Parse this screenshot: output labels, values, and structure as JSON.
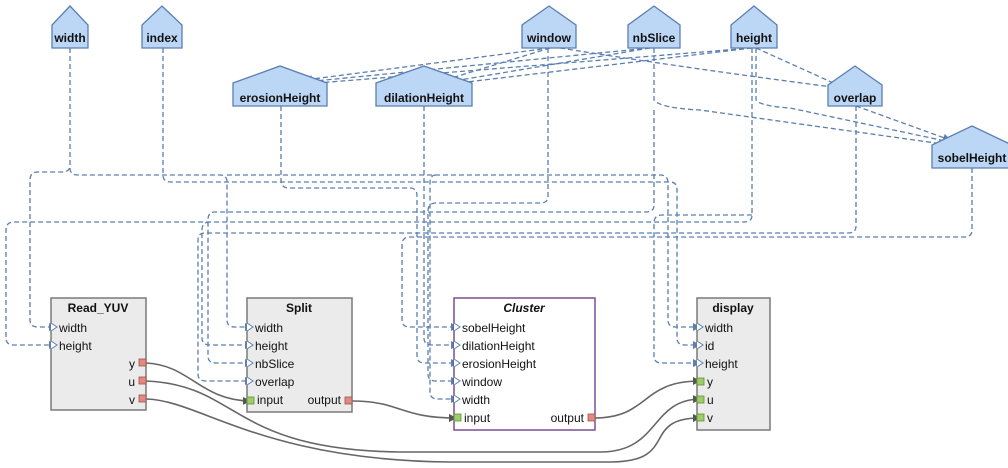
{
  "parameters": [
    {
      "id": "width",
      "label": "width"
    },
    {
      "id": "index",
      "label": "index"
    },
    {
      "id": "window",
      "label": "window"
    },
    {
      "id": "nbSlice",
      "label": "nbSlice"
    },
    {
      "id": "height",
      "label": "height"
    },
    {
      "id": "erosionHeight",
      "label": "erosionHeight"
    },
    {
      "id": "dilationHeight",
      "label": "dilationHeight"
    },
    {
      "id": "overlap",
      "label": "overlap"
    },
    {
      "id": "sobelHeight",
      "label": "sobelHeight"
    }
  ],
  "actors": [
    {
      "id": "read_yuv",
      "title": "Read_YUV",
      "italic": false,
      "config_inputs": [
        "width",
        "height"
      ],
      "data_inputs": [],
      "data_outputs": [
        "y",
        "u",
        "v"
      ]
    },
    {
      "id": "split",
      "title": "Split",
      "italic": false,
      "config_inputs": [
        "width",
        "height",
        "nbSlice",
        "overlap"
      ],
      "data_inputs": [
        "input"
      ],
      "data_outputs": [
        "output"
      ]
    },
    {
      "id": "cluster",
      "title": "Cluster",
      "italic": true,
      "config_inputs": [
        "sobelHeight",
        "dilationHeight",
        "erosionHeight",
        "window",
        "width"
      ],
      "data_inputs": [
        "input"
      ],
      "data_outputs": [
        "output"
      ]
    },
    {
      "id": "display",
      "title": "display",
      "italic": false,
      "config_inputs": [
        "width",
        "id",
        "height"
      ],
      "data_inputs": [
        "y",
        "u",
        "v"
      ],
      "data_outputs": []
    }
  ],
  "colors": {
    "param_fill": "#bcd6f5",
    "param_stroke": "#5b7fb0",
    "dep_line": "#5b7fb0",
    "actor_fill": "#ebebeb",
    "actor_stroke": "#7a7a7a",
    "cluster_stroke": "#7a4f95",
    "fifo_line": "#6b6b6b",
    "out_port": "#e08a80",
    "in_port": "#9ccd6a"
  }
}
